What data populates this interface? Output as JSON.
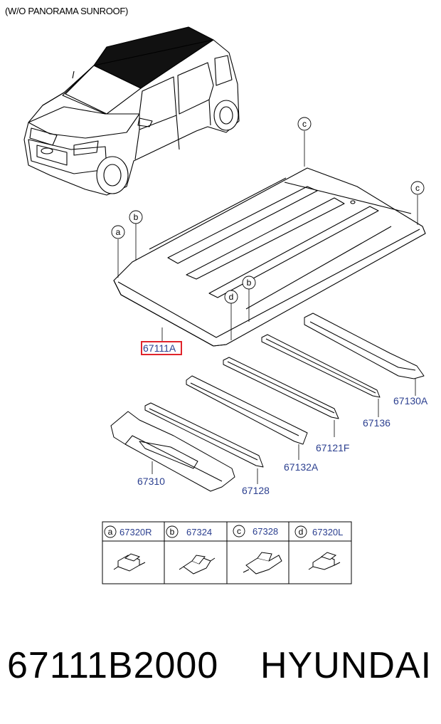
{
  "caption": "(W/O PANORAMA SUNROOF)",
  "callouts": {
    "a": "a",
    "b": "b",
    "c": "c",
    "d": "d"
  },
  "parts": {
    "roof_panel": "67111A",
    "rail_front": "67130A",
    "bow_1": "67136",
    "bow_2": "67121F",
    "bow_3": "67132A",
    "bow_4": "67128",
    "rail_rear": "67310"
  },
  "legend": [
    {
      "letter": "a",
      "code": "67320R"
    },
    {
      "letter": "b",
      "code": "67324"
    },
    {
      "letter": "c",
      "code": "67328"
    },
    {
      "letter": "d",
      "code": "67320L"
    }
  ],
  "footer": {
    "part_number": "67111B2000",
    "brand": "HYUNDAI"
  },
  "highlight_color": "#e0242b",
  "label_color": "#2b3f8f"
}
